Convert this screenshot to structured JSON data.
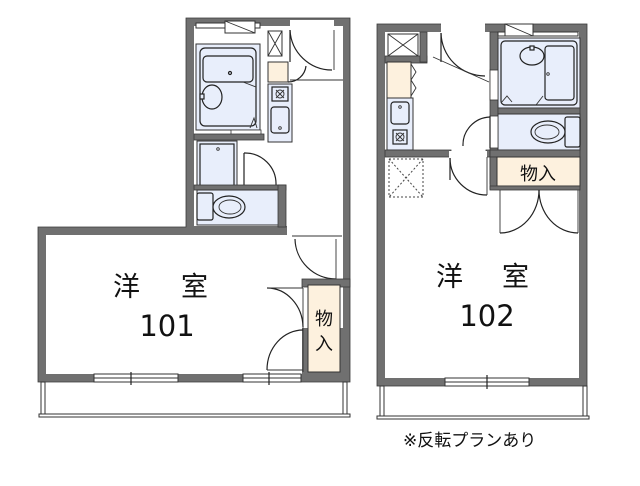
{
  "units": [
    {
      "id": "101",
      "room_type": "洋 室",
      "room_type_chars": [
        "洋",
        "室"
      ],
      "room_number": "101",
      "storage_label": "物入",
      "storage_label_chars": [
        "物",
        "入"
      ]
    },
    {
      "id": "102",
      "room_type": "洋 室",
      "room_type_chars": [
        "洋",
        "室"
      ],
      "room_number": "102",
      "storage_label": "物入"
    }
  ],
  "note": "※反転プランあり",
  "colors": {
    "wall": "#707070",
    "wet_area": "#e8eefb",
    "storage": "#fdf1de",
    "background": "#ffffff"
  },
  "icons": [
    "bathtub-icon",
    "washbasin-icon",
    "toilet-icon",
    "stove-icon",
    "sink-icon",
    "shower-pan-icon",
    "ventilation-shaft-icon",
    "door-swing-icon",
    "window-icon"
  ]
}
